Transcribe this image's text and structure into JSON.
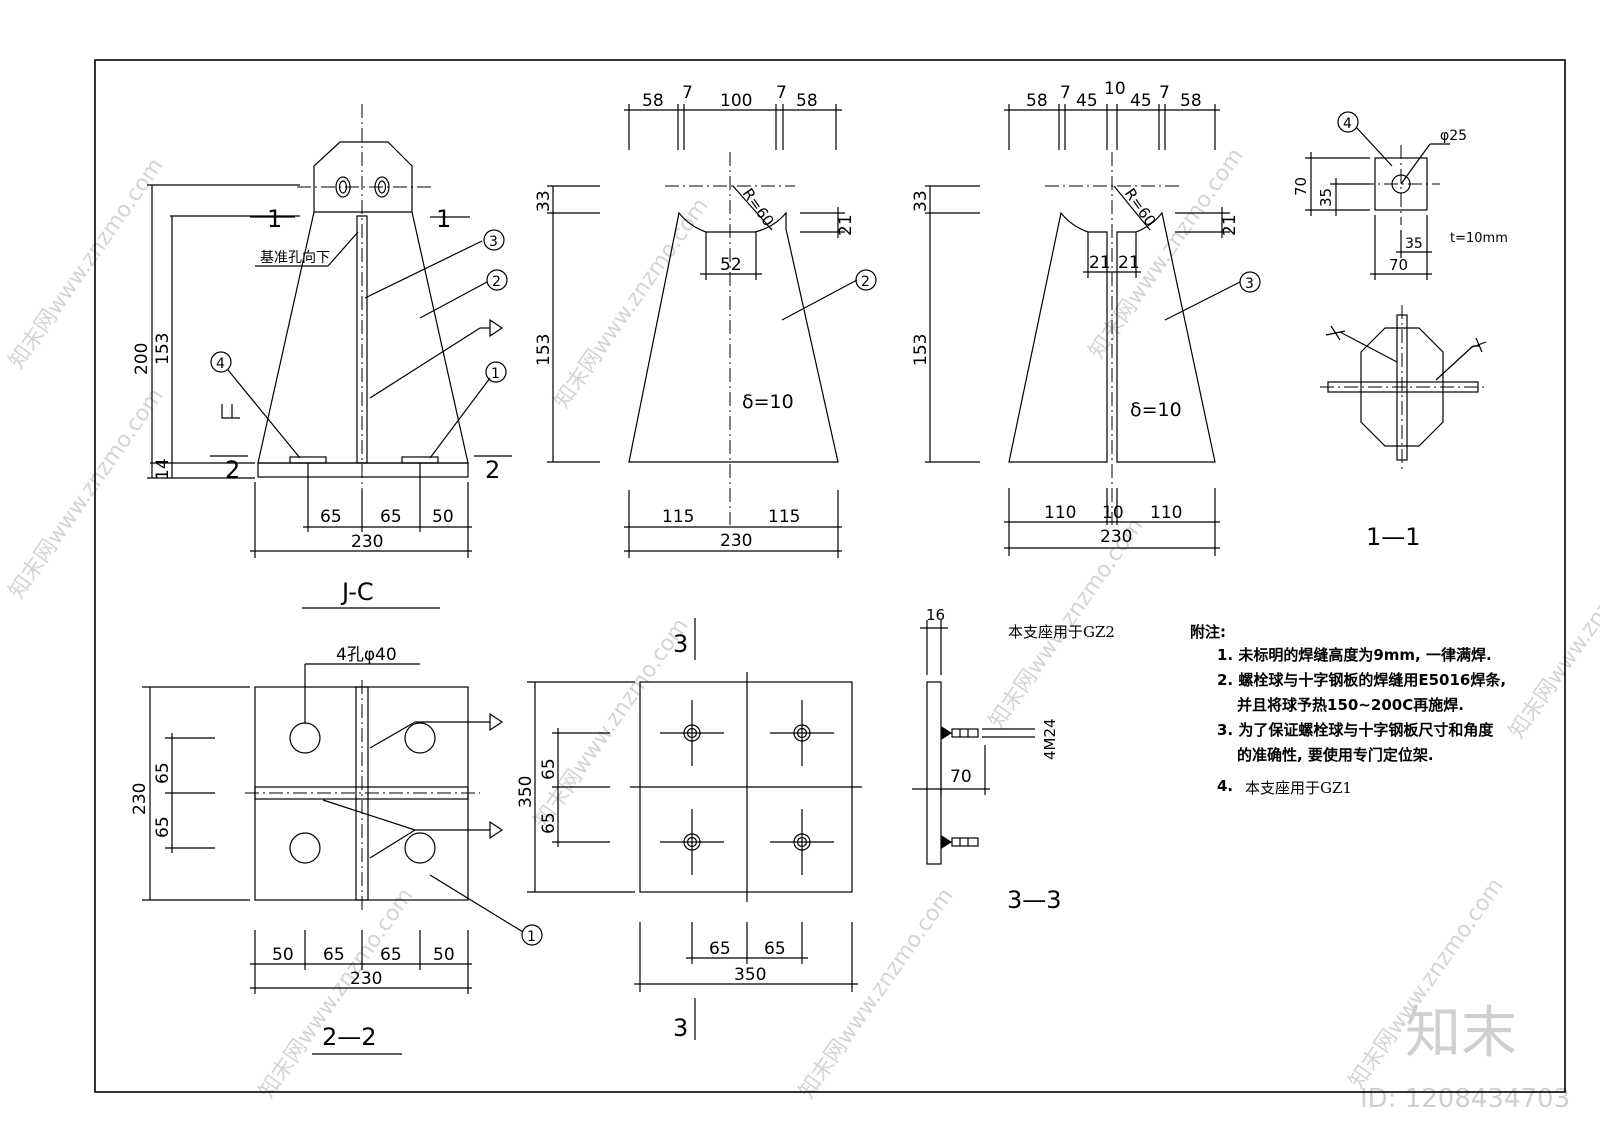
{
  "views": {
    "jc": {
      "title": "J-C",
      "section_mark_1": "1",
      "section_mark_2": "2",
      "hole_note": "基准孔向下",
      "dims": {
        "h200": "200",
        "h153": "153",
        "h14": "14",
        "d65a": "65",
        "d65b": "65",
        "d50": "50",
        "w230": "230"
      },
      "callouts": [
        "1",
        "2",
        "3",
        "4"
      ]
    },
    "plate2": {
      "dims": {
        "d58a": "58",
        "d7a": "7",
        "d100": "100",
        "d7b": "7",
        "d58b": "58",
        "h33": "33",
        "h153": "153",
        "r60": "R=60",
        "d21": "21",
        "d52": "52",
        "thickness": "δ=10",
        "d115a": "115",
        "d115b": "115",
        "w230": "230"
      },
      "callout": "2"
    },
    "plate3": {
      "dims": {
        "d58a": "58",
        "d7a": "7",
        "d45a": "45",
        "d10": "10",
        "d45b": "45",
        "d7b": "7",
        "d58b": "58",
        "h33": "33",
        "h153": "153",
        "r60": "R=60",
        "d21": "21",
        "d21a": "21",
        "d21b": "21",
        "thickness": "δ=10",
        "d110a": "110",
        "d10b": "10",
        "d110b": "110",
        "w230": "230"
      },
      "callout": "3"
    },
    "part4": {
      "callout": "4",
      "hole": "φ25",
      "h70": "70",
      "h35": "35",
      "w35": "35",
      "w70": "70",
      "thickness": "t=10mm"
    },
    "section11": {
      "title": "1—1"
    },
    "section22": {
      "title": "2—2",
      "holes": "4孔φ40",
      "dims": {
        "h230": "230",
        "h65a": "65",
        "h65b": "65",
        "d50a": "50",
        "d65a": "65",
        "d65b": "65",
        "d50b": "50",
        "w230": "230"
      },
      "callout": "1"
    },
    "baseplate": {
      "mark_top": "3",
      "mark_bottom": "3",
      "dims": {
        "h350": "350",
        "h65a": "65",
        "h65b": "65",
        "d65a": "65",
        "d65b": "65",
        "w350": "350"
      }
    },
    "section33": {
      "title": "3—3",
      "d16": "16",
      "bolt": "4M24",
      "d70": "70",
      "usage": "本支座用于GZ2"
    }
  },
  "notes": {
    "heading": "附注:",
    "items": [
      "1. 未标明的焊缝高度为9mm, 一律满焊.",
      "2. 螺栓球与十字钢板的焊缝用E5016焊条,",
      "并且将球予热150~200C再施焊.",
      "3. 为了保证螺栓球与十字钢板尺寸和角度",
      "的准确性, 要使用专门定位架.",
      "4.",
      "本支座用于GZ1"
    ]
  },
  "watermark": {
    "text": "知末网www.znzmo.com",
    "brand": "知末",
    "id": "ID: 1208434703"
  }
}
